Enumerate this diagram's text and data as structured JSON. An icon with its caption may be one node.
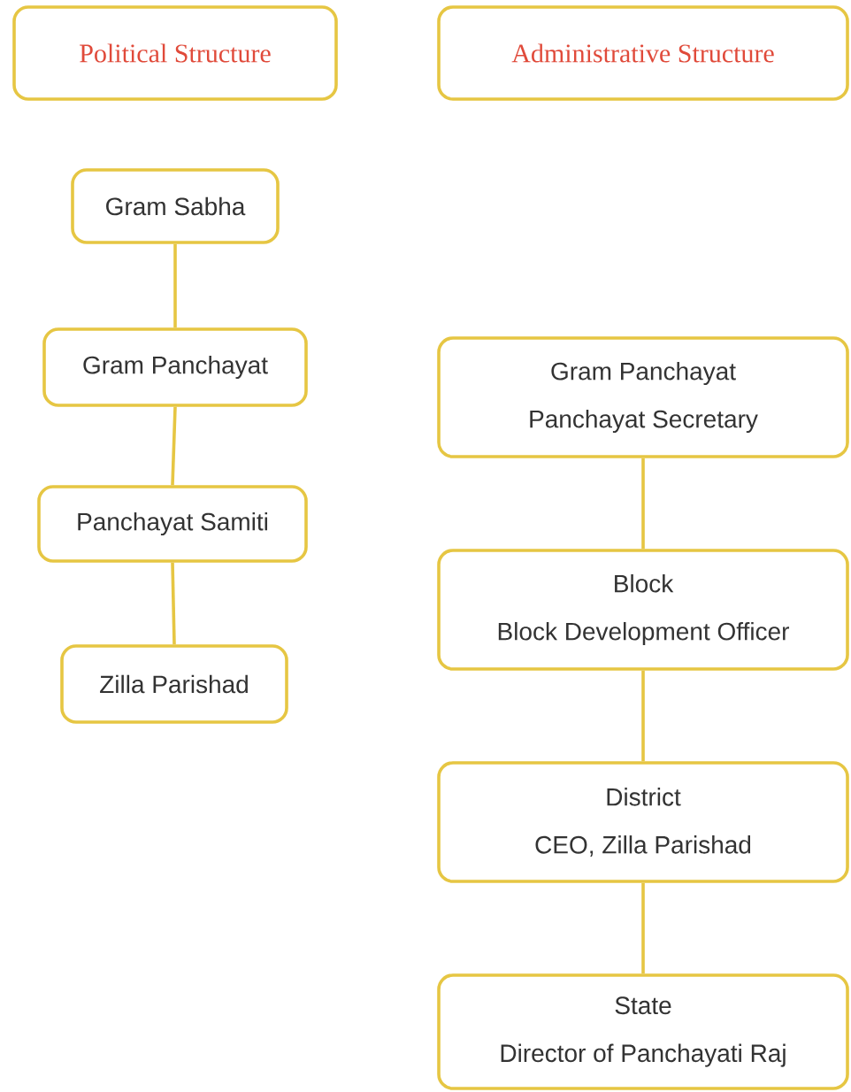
{
  "diagram": {
    "nodes": [
      {
        "text": [
          "Political Structure"
        ]
      },
      {
        "text": [
          "Administrative Structure"
        ]
      },
      {
        "text": [
          "Gram Sabha"
        ]
      },
      {
        "text": [
          "Gram Panchayat"
        ]
      },
      {
        "text": [
          "Panchayat Samiti"
        ]
      },
      {
        "text": [
          "Zilla Parishad"
        ]
      },
      {
        "text": [
          "Gram Panchayat",
          "Panchayat Secretary"
        ]
      },
      {
        "text": [
          "Block",
          "Block Development Officer"
        ]
      },
      {
        "text": [
          "District",
          "CEO, Zilla Parishad"
        ]
      },
      {
        "text": [
          "State",
          "Director of Panchayati Raj"
        ]
      }
    ],
    "edges": [
      {
        "from": 2,
        "to": 3,
        "arrow": "none"
      },
      {
        "from": 3,
        "to": 4,
        "arrow": "none"
      },
      {
        "from": 4,
        "to": 5,
        "arrow": "none"
      },
      {
        "from": 6,
        "to": 7,
        "arrow": "none"
      },
      {
        "from": 7,
        "to": 8,
        "arrow": "none"
      },
      {
        "from": 8,
        "to": 9,
        "arrow": "none"
      }
    ]
  }
}
